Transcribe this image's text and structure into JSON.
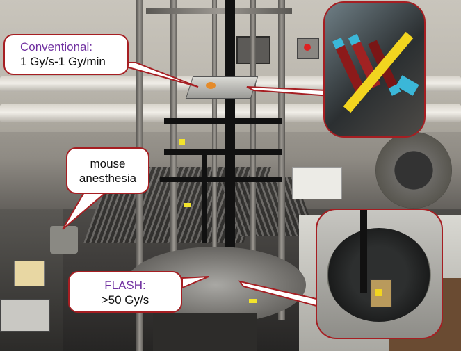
{
  "labels": {
    "conventional": {
      "heading": "Conventional:",
      "rate": "1 Gy/s-1 Gy/min"
    },
    "anesthesia": {
      "line1": "mouse",
      "line2": "anesthesia"
    },
    "flash": {
      "heading": "FLASH:",
      "rate": ">50 Gy/s"
    }
  },
  "colors": {
    "heading": "#7030a0",
    "callout_border": "#a61e22",
    "body_text": "#111111"
  }
}
